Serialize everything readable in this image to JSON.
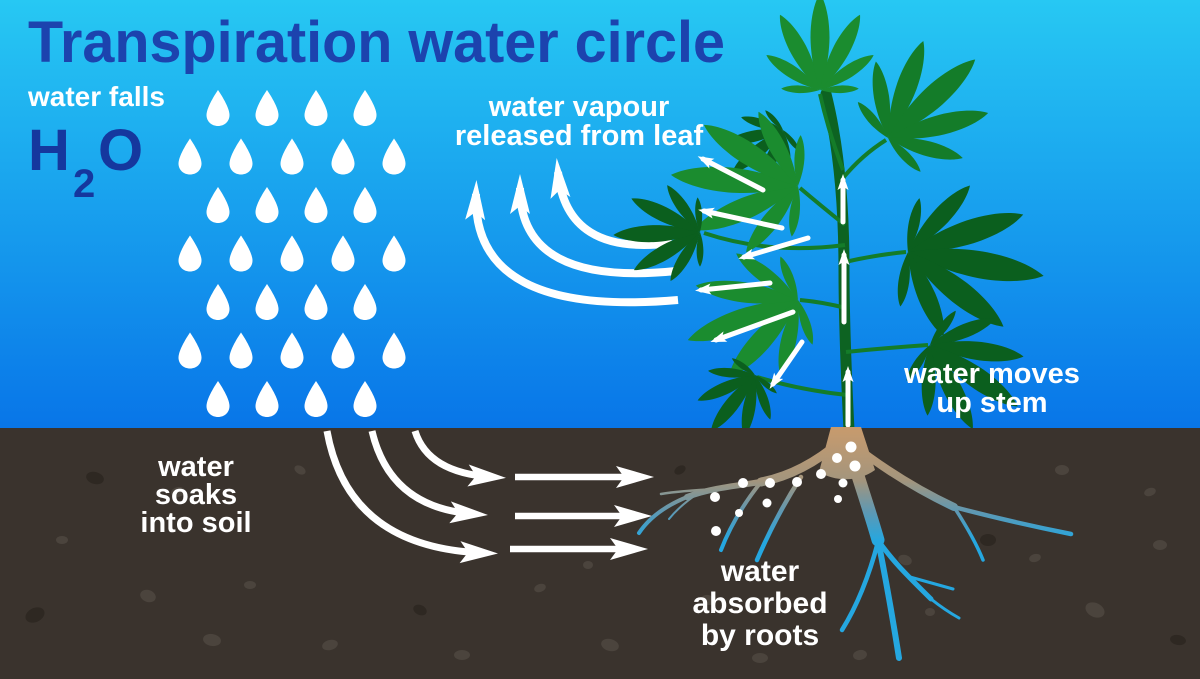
{
  "title": "Transpiration water circle",
  "labels": {
    "water_falls": "water falls",
    "formula": {
      "h": "H",
      "subscript": "2",
      "o": "O"
    },
    "vapour_line1": "water vapour",
    "vapour_line2": "released from leaf",
    "stem_line1": "water moves",
    "stem_line2": "up stem",
    "soak_line1": "water",
    "soak_line2": "soaks",
    "soak_line3": "into soil",
    "roots_line1": "water",
    "roots_line2": "absorbed",
    "roots_line3": "by roots"
  },
  "colors": {
    "sky_top": "#27c8f3",
    "sky_bottom": "#0875e8",
    "title_blue": "#1c43ae",
    "h2o_blue": "#15379e",
    "label_white": "#ffffff",
    "soil_brown": "#3a332d",
    "pebble_light": "#4b443d",
    "pebble_dark": "#2e2822",
    "leaf_light": "#1b8c2f",
    "leaf_mid": "#147c29",
    "leaf_dark": "#0b5f1e",
    "stem_green": "#0d6322",
    "root_tan": "#c59a6e",
    "root_blue": "#25a7e0",
    "arrow_white": "#ffffff"
  }
}
